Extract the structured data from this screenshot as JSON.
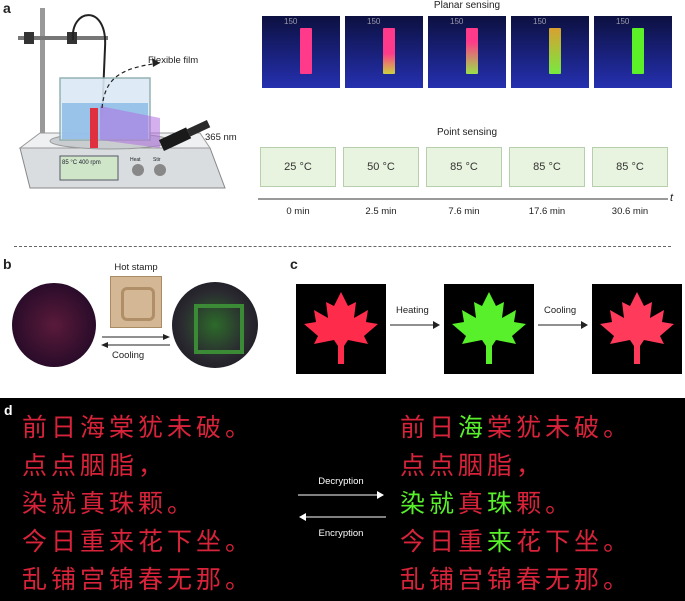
{
  "panel_a": {
    "letter": "a",
    "flexible_film_label": "Flexible film",
    "wavelength_label": "365 nm",
    "instrument_display": "85 °C  400 rpm",
    "btn_heat": "Heat",
    "btn_stir": "Stir",
    "planar_title": "Planar sensing",
    "planar_tick": "150",
    "point_title": "Point sensing",
    "temps": [
      "25 °C",
      "50 °C",
      "85 °C",
      "85 °C",
      "85 °C"
    ],
    "times": [
      "0 min",
      "2.5 min",
      "7.6 min",
      "17.6 min",
      "30.6 min"
    ],
    "axis_label": "t"
  },
  "panel_b": {
    "letter": "b",
    "hot_stamp_label": "Hot stamp",
    "cooling_label": "Cooling"
  },
  "panel_c": {
    "letter": "c",
    "heating_label": "Heating",
    "cooling_label": "Cooling"
  },
  "panel_d": {
    "letter": "d",
    "decryption_label": "Decryption",
    "encryption_label": "Encryption",
    "poem_left": [
      "前日海棠犹未破。",
      "点点胭脂，",
      "染就真珠颗。",
      "今日重来花下坐。",
      "乱铺宫锦春无那。"
    ],
    "poem_right": [
      "前日海棠犹未破。",
      "点点胭脂，",
      "染就真珠颗。",
      "今日重来花下坐。",
      "乱铺宫锦春无那。"
    ]
  },
  "colors": {
    "red_emission": "#ff2b4a",
    "green_emission": "#58f02a",
    "uv_purple": "#b070e0",
    "box_fill": "#e8f4df"
  }
}
